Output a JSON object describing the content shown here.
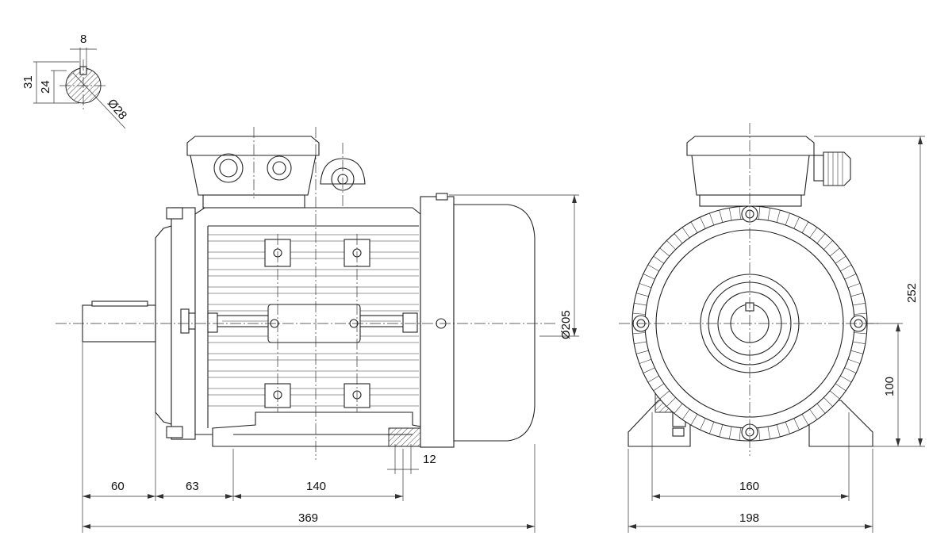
{
  "dimensions": {
    "key_width": "8",
    "shaft_key_height": "31",
    "key_seat_depth": "24",
    "shaft_diameter": "Ø28",
    "flange_diameter": "Ø205",
    "shaft_length": "60",
    "shaft_to_foot_hole": "63",
    "foot_hole_spacing_length": "140",
    "foot_hole_width": "12",
    "overall_length": "369",
    "overall_height": "252",
    "shaft_center_height": "100",
    "foot_hole_spacing_width": "160",
    "overall_width": "198"
  }
}
